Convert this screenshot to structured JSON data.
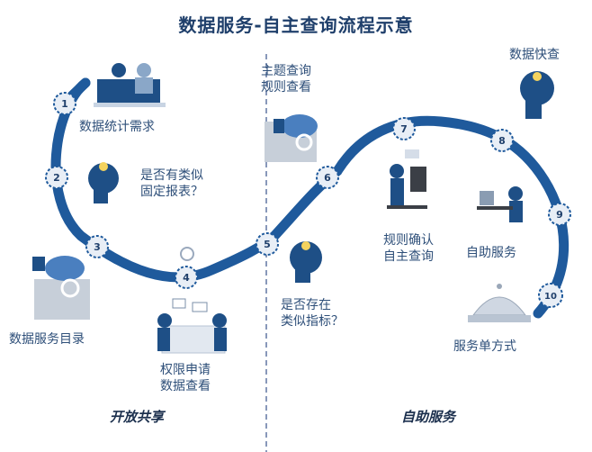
{
  "title": "数据服务-自主查询流程示意",
  "colors": {
    "path": "#1f5a9c",
    "node_fill": "#e8eef6",
    "node_stroke": "#1f5a9c",
    "text": "#2e4f79",
    "divider": "#6b7fa8"
  },
  "steps": [
    {
      "num": "1",
      "label_lines": [
        "数据统计需求"
      ]
    },
    {
      "num": "2",
      "label_lines": [
        "是否有类似",
        "固定报表？"
      ]
    },
    {
      "num": "3",
      "label_lines": [
        "数据服务目录"
      ]
    },
    {
      "num": "4",
      "label_lines": [
        "权限申请",
        "数据查看"
      ]
    },
    {
      "num": "5",
      "label_lines": [
        "是否存在",
        "类似指标？"
      ]
    },
    {
      "num": "6",
      "label_lines": [
        "主题查询",
        "规则查看"
      ]
    },
    {
      "num": "7",
      "label_lines": [
        "规则确认",
        "自主查询"
      ]
    },
    {
      "num": "8",
      "label_lines": [
        "数据快查"
      ]
    },
    {
      "num": "9",
      "label_lines": [
        "自助服务"
      ]
    },
    {
      "num": "10",
      "label_lines": [
        "服务单方式"
      ]
    }
  ],
  "phases": {
    "left": "开放共享",
    "right": "自助服务"
  },
  "icons": [
    "meeting-icon",
    "thinking-head-icon",
    "cloud-search-icon",
    "discussion-icon",
    "thinking-head-icon",
    "cloud-search-icon",
    "desk-worker-icon",
    "thinking-head-icon",
    "desk-worker-icon",
    "service-bell-icon"
  ]
}
